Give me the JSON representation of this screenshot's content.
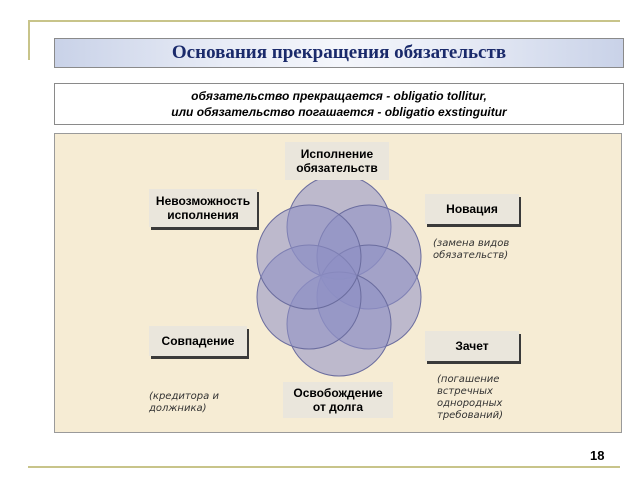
{
  "slide": {
    "title": "Основания прекращения обязательств",
    "subtitle_line1": "обязательство прекращается - obligatio tollitur,",
    "subtitle_line2": "или обязательство погашается - obligatio exstinguitur",
    "page_number": "18"
  },
  "diagram": {
    "nodes": {
      "top_line1": "Исполнение",
      "top_line2": "обязательств",
      "left_top_line1": "Невозможность",
      "left_top_line2": "исполнения",
      "right_top": "Новация",
      "left_bottom": "Совпадение",
      "right_bottom": "Зачет",
      "bottom_line1": "Освобождение",
      "bottom_line2": "от долга"
    },
    "notes": {
      "novation_line1": "(замена видов",
      "novation_line2": "обязательств)",
      "setoff_line1": "(погашение",
      "setoff_line2": "встречных",
      "setoff_line3": "однородных",
      "setoff_line4": "требований)",
      "merger_line1": "(кредитора и",
      "merger_line2": "должника)"
    },
    "colors": {
      "circle_fill": "#9a9ccb",
      "background": "#f6ecd4"
    }
  }
}
